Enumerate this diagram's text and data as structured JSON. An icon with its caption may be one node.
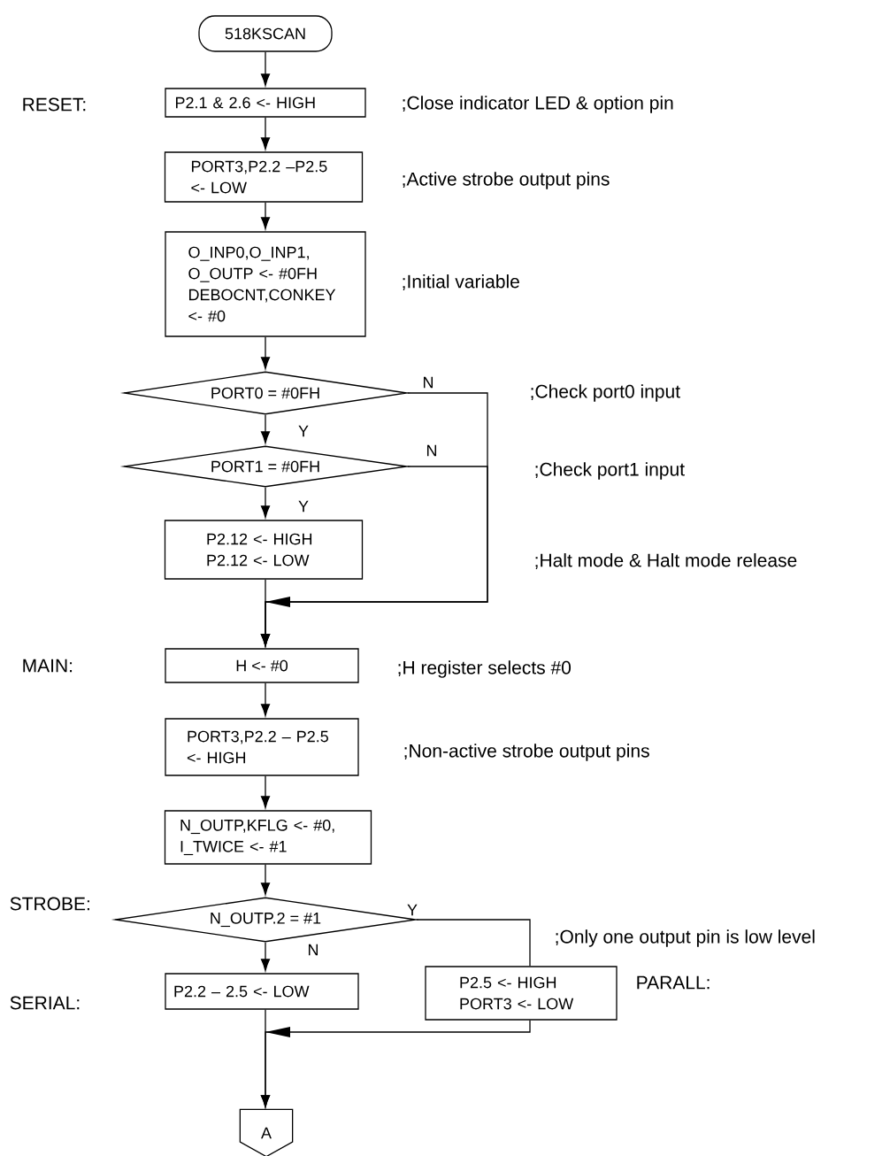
{
  "diagram": {
    "nodes": [
      {
        "text": [
          "518KSCAN"
        ]
      },
      {
        "text": [
          "P2.1 & 2.6 <- HIGH"
        ],
        "beside": [
          ";Close indicator LED & option pin"
        ]
      },
      {
        "text": [
          "PORT3,P2.2 –P2.5 <- LOW"
        ],
        "beside": [
          ";Active strobe output pins"
        ]
      },
      {
        "text": [
          "O_INP0,O_INP1, O_OUTP <- #0FH DEBOCNT,CONKEY <- #0"
        ],
        "beside": [
          ";Initial variable"
        ]
      },
      {
        "text": [
          "PORT0 = #0FH"
        ]
      },
      {
        "text": [
          "PORT1 = #0FH"
        ]
      },
      {
        "text": [
          "P2.12 <- HIGH P2.12 <- LOW"
        ]
      },
      {
        "text": [
          "H <- #0"
        ],
        "beside": [
          ";H register selects #0"
        ]
      },
      {
        "text": [
          "PORT3,P2.2 – P2.5 <- HIGH"
        ],
        "beside": [
          ";Non-active strobe output pins"
        ]
      },
      {
        "text": [
          "N_OUTP,KFLG <- #0, I_TWICE <- #1"
        ]
      },
      {
        "text": [
          "N_OUTP.2 = #1"
        ]
      },
      {
        "text": [
          "P2.2 – 2.5 <- LOW"
        ]
      },
      {
        "text": [
          "P2.5 <- HIGH PORT3 <- LOW"
        ]
      },
      {
        "text": [
          "A"
        ]
      }
    ],
    "edges": [
      {
        "from": 0,
        "to": 1,
        "arrow": "to"
      },
      {
        "from": 1,
        "to": 2,
        "arrow": "to"
      },
      {
        "from": 2,
        "to": 3,
        "arrow": "to"
      },
      {
        "from": 3,
        "to": 4,
        "arrow": "to"
      },
      {
        "from": 4,
        "to": 5,
        "arrow": "to",
        "label": "Y"
      },
      {
        "from": 5,
        "to": 6,
        "arrow": "to",
        "label": "Y"
      },
      {
        "from": 4,
        "to": 7,
        "arrow": "to",
        "label": "N"
      },
      {
        "from": 5,
        "to": 7,
        "arrow": "to",
        "label": "N"
      },
      {
        "from": 6,
        "to": 7,
        "arrow": "to"
      },
      {
        "from": 7,
        "to": 8,
        "arrow": "to"
      },
      {
        "from": 8,
        "to": 9,
        "arrow": "to"
      },
      {
        "from": 9,
        "to": 10,
        "arrow": "to"
      },
      {
        "from": 10,
        "to": 11,
        "arrow": "to",
        "label": "N"
      },
      {
        "from": 10,
        "to": 12,
        "arrow": "none",
        "label": "Y"
      },
      {
        "from": 11,
        "to": 13,
        "arrow": "to"
      },
      {
        "from": 12,
        "to": 13,
        "arrow": "to"
      }
    ],
    "labels": [
      ";Check port0 input",
      ";Check port1 input",
      ";Halt mode & Halt mode release",
      "RESET:",
      "MAIN:",
      "STROBE:",
      "SERIAL:",
      "PARALL:",
      ";Only one output pin is low level"
    ]
  }
}
